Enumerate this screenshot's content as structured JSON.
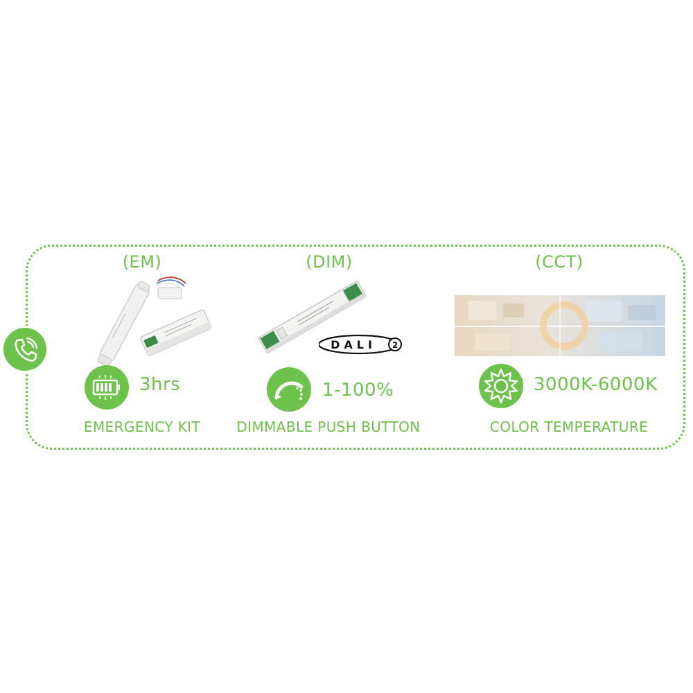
{
  "columns": [
    {
      "title": "(EM)",
      "value": "3hrs",
      "label": "EMERGENCY KIT",
      "icon": "battery-icon"
    },
    {
      "title": "(DIM)",
      "value": "1-100%",
      "label": "DIMMABLE PUSH BUTTON",
      "icon": "dimmer-icon"
    },
    {
      "title": "(CCT)",
      "value": "3000K-6000K",
      "label": "COLOR TEMPERATURE",
      "icon": "sun-icon"
    }
  ],
  "dali_logo": {
    "text": "DALI",
    "version": "2"
  },
  "colors": {
    "accent": "#6cc24a",
    "background": "#ffffff"
  },
  "side_icon": "phone-icon"
}
